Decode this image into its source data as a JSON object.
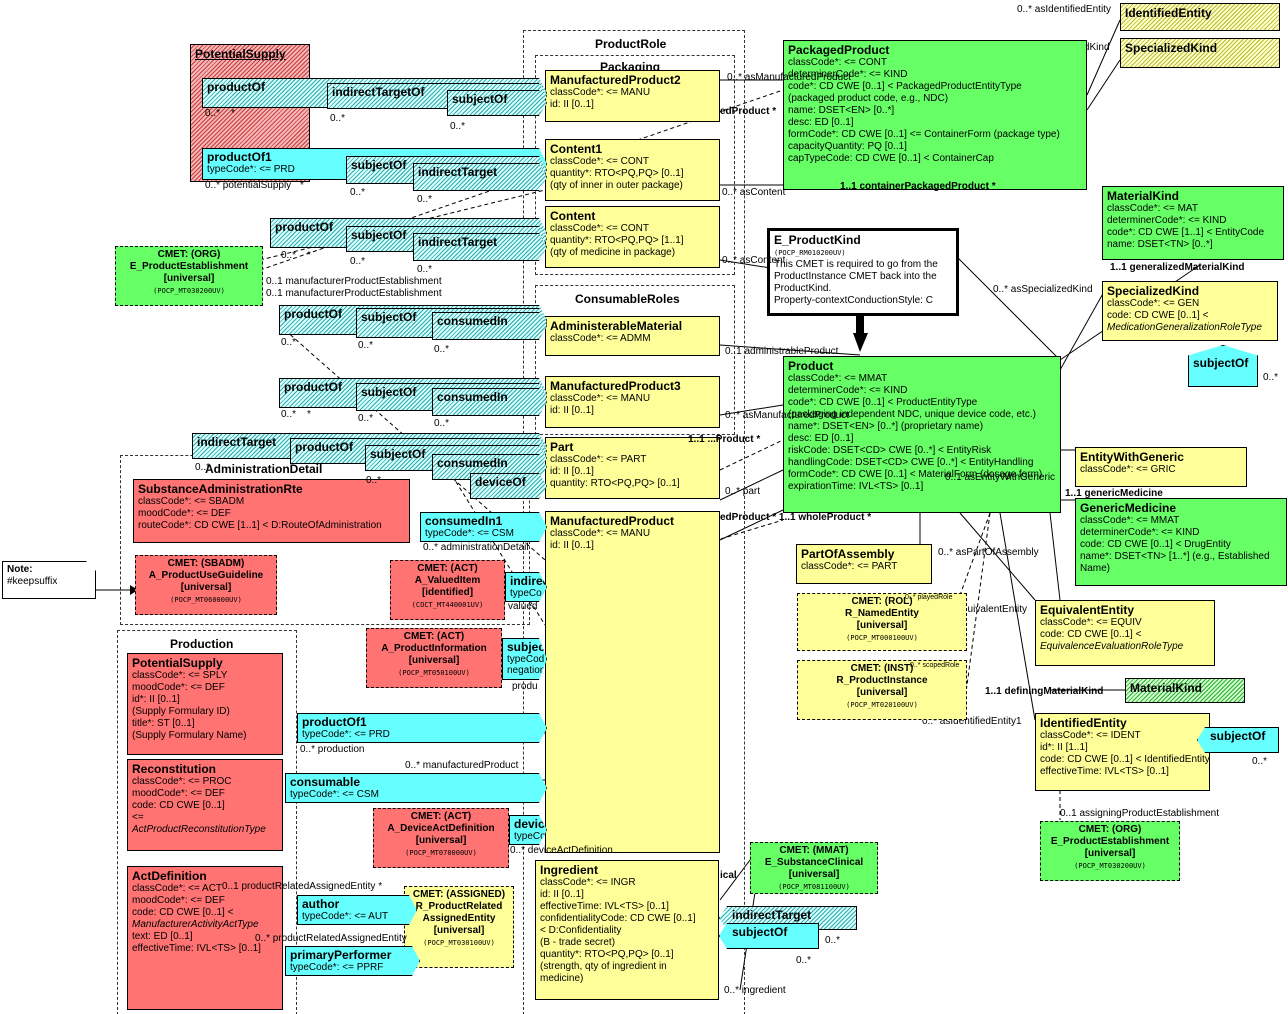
{
  "regions": {
    "product_role": "ProductRole",
    "packaging": "Packaging",
    "consumable_roles": "ConsumableRoles",
    "administration_detail": "AdministrationDetail",
    "production": "Production"
  },
  "note": {
    "title": "Note:",
    "text": "#keepsuffix"
  },
  "potential_supply_top": {
    "title": "PotentialSupply"
  },
  "identified_entity_top": {
    "title": "IdentifiedEntity",
    "label": "0..* asIdentifiedEntity"
  },
  "specialized_kind_top": {
    "title": "SpecializedKind",
    "label": "0..* asSpecializedKind"
  },
  "packaged_product": {
    "title": "PackagedProduct",
    "lines": [
      "classCode*: <= CONT",
      "determinerCode*: <= KIND",
      "code*: CD CWE [0..1] < PackagedProductEntityType",
      " (packaged product code, e.g., NDC)",
      "name: DSET<EN> [0..*]",
      "desc: ED [0..1]",
      "formCode*: CD CWE [0..1] <= ContainerForm (package type)",
      "capacityQuantity: PQ [0..1]",
      "capTypeCode: CD CWE [0..1] < ContainerCap"
    ],
    "footer": "1..1 containerPackagedProduct *"
  },
  "manufactured_product2": {
    "title": "ManufacturedProduct2",
    "lines": [
      "classCode*: <= MANU",
      "id: II [0..1]"
    ]
  },
  "content1": {
    "title": "Content1",
    "lines": [
      "classCode*: <= CONT",
      "quantity*: RTO<PQ,PQ> [0..1]",
      "(qty of inner in outer package)"
    ]
  },
  "content": {
    "title": "Content",
    "lines": [
      "classCode*: <= CONT",
      "quantity*: RTO<PQ,PQ> [1..1]",
      "(qty of medicine in package)"
    ]
  },
  "administerable_material": {
    "title": "AdministerableMaterial",
    "lines": [
      "classCode*: <= ADMM"
    ]
  },
  "manufactured_product3": {
    "title": "ManufacturedProduct3",
    "lines": [
      "classCode*: <= MANU",
      "id: II [0..1]"
    ]
  },
  "part": {
    "title": "Part",
    "lines": [
      "classCode*: <= PART",
      "id: II [0..1]",
      "quantity: RTO<PQ,PQ> [0..1]"
    ]
  },
  "manufactured_product": {
    "title": "ManufacturedProduct",
    "lines": [
      "classCode*: <= MANU",
      "id: II [0..1]"
    ]
  },
  "ingredient": {
    "title": "Ingredient",
    "lines": [
      "classCode*: <= INGR",
      "id: II [0..1]",
      "effectiveTime: IVL<TS> [0..1]",
      "confidentialityCode: CD CWE [0..1]",
      "< D:Confidentiality",
      " (B - trade secret)",
      "quantity*: RTO<PQ,PQ> [0..1]",
      " (strength, qty of ingredient in",
      " medicine)"
    ]
  },
  "e_product_kind": {
    "title": "E_ProductKind",
    "id": "(POCP_RM010200UV)",
    "lines": [
      "This CMET is required to go from the",
      "ProductInstance CMET back into the",
      "ProductKind.",
      "Property-contextConductionStyle: C"
    ]
  },
  "product": {
    "title": "Product",
    "lines": [
      "classCode*: <= MMAT",
      "determinerCode*: <= KIND",
      "code*: CD CWE [0..1] < ProductEntityType",
      " (packaging independent NDC, unique device code, etc.)",
      "name*: DSET<EN> [0..*] (proprietary name)",
      "desc: ED [0..1]",
      "riskCode: DSET<CD> CWE [0..*] < EntityRisk",
      "handlingCode: DSET<CD> CWE [0..*] < EntityHandling",
      "formCode*: CD CWE [0..1] < MaterialForm (dosage form)",
      "expirationTime: IVL<TS> [0..1]"
    ]
  },
  "material_kind": {
    "title": "MaterialKind",
    "lines": [
      "classCode*: <= MAT",
      "determinerCode*: <= KIND",
      "code*: CD CWE [1..1] < EntityCode",
      "name: DSET<TN> [0..*]"
    ],
    "footer": "1..1 generalizedMaterialKind"
  },
  "specialized_kind": {
    "title": "SpecializedKind",
    "lines": [
      "classCode*: <= GEN",
      "code: CD CWE [0..1] <",
      "MedicationGeneralizationRoleType"
    ],
    "label": "0..* asSpecializedKind"
  },
  "subject_of_right": {
    "label": "subjectOf",
    "mult": "0..*"
  },
  "entity_with_generic": {
    "title": "EntityWithGeneric",
    "lines": [
      "classCode*: <= GRIC"
    ],
    "label": "0..1 asEntityWithGeneric",
    "footer": "1..1 genericMedicine"
  },
  "generic_medicine": {
    "title": "GenericMedicine",
    "lines": [
      "classCode*: <= MMAT",
      "determinerCode*: <= KIND",
      "code: CD CWE [0..1] < DrugEntity",
      "name*: DSET<TN> [1..*] (e.g., Established",
      "Name)"
    ]
  },
  "part_of_assembly": {
    "title": "PartOfAssembly",
    "lines": [
      "classCode*: <= PART"
    ],
    "label": "0..* asPartOfAssembly"
  },
  "equivalent_entity": {
    "title": "EquivalentEntity",
    "lines": [
      "classCode*: <= EQUIV",
      "code: CD CWE [0..1] <",
      "EquivalenceEvaluationRoleType"
    ],
    "label": "quivalentEntity"
  },
  "material_kind_small": {
    "title": "MaterialKind",
    "label": "1..1 definingMaterialKind"
  },
  "identified_entity": {
    "title": "IdentifiedEntity",
    "lines": [
      "classCode*: <= IDENT",
      "id*: II [1..1]",
      "code: CD CWE [0..1] < IdentifiedEntityType",
      "effectiveTime: IVL<TS> [0..1]"
    ],
    "label": "0..* asIdentifiedEntity1",
    "footer": "0..1 assigningProductEstablishment"
  },
  "subject_of_ident": {
    "label": "subjectOf",
    "mult": "0..*"
  },
  "cmet_org_right": {
    "lines": [
      "CMET: (ORG)",
      "E_ProductEstablishment",
      "[universal]"
    ],
    "id": "(POCP_MT030200UV)"
  },
  "cmet_org_left": {
    "lines": [
      "CMET: (ORG)",
      "E_ProductEstablishment",
      "[universal]"
    ],
    "id": "(POCP_MT030200UV)",
    "label1": "0..1 manufacturerProductEstablishment",
    "label2": "0..1 manufacturerProductEstablishment"
  },
  "r_named_entity": {
    "lines": [
      "CMET: (ROL)",
      "R_NamedEntity",
      "[universal]"
    ],
    "id": "(POCP_MT000100UV)",
    "label": "0..* playedRole"
  },
  "r_product_instance": {
    "lines": [
      "CMET: (INST)",
      "R_ProductInstance",
      "[universal]"
    ],
    "id": "(POCP_MT020100UV)",
    "label": "0..* scopedRole"
  },
  "e_substance_clinical": {
    "lines": [
      "CMET: (MMAT)",
      "E_SubstanceClinical",
      "[universal]"
    ],
    "id": "(POCP_MT081100UV)"
  },
  "substance_admin_rte": {
    "title": "SubstanceAdministrationRte",
    "lines": [
      "classCode*: <= SBADM",
      "moodCode*: <= DEF",
      "routeCode*: CD CWE [1..1] < D:RouteOfAdministration"
    ]
  },
  "a_product_use_guideline": {
    "lines": [
      "CMET: (SBADM)",
      "A_ProductUseGuideline",
      "[universal]"
    ],
    "id": "(POCP_MT060000UV)"
  },
  "a_valued_item": {
    "lines": [
      "CMET: (ACT)",
      "A_ValuedItem",
      "[identified]"
    ],
    "id": "(COCT_MT440001UV)"
  },
  "a_product_information": {
    "lines": [
      "CMET: (ACT)",
      "A_ProductInformation",
      "[universal]"
    ],
    "id": "(POCP_MT050100UV)"
  },
  "a_device_act_definition": {
    "lines": [
      "CMET: (ACT)",
      "A_DeviceActDefinition",
      "[universal]"
    ],
    "id": "(POCP_MT070000UV)"
  },
  "r_product_related": {
    "lines": [
      "CMET: (ASSIGNED)",
      "R_ProductRelated",
      "AssignedEntity",
      "[universal]"
    ],
    "id": "(POCP_MT030100UV)"
  },
  "potential_supply": {
    "title": "PotentialSupply",
    "lines": [
      "classCode*: <= SPLY",
      "moodCode*: <= DEF",
      "id*: II [0..1]",
      " (Supply Formulary ID)",
      "title*: ST [0..1]",
      " (Supply Formulary Name)"
    ]
  },
  "reconstitution": {
    "title": "Reconstitution",
    "lines": [
      "classCode*: <= PROC",
      "moodCode*: <= DEF",
      "code: CD CWE [0..1]",
      " <=",
      "ActProductReconstitutionType"
    ]
  },
  "act_definition": {
    "title": "ActDefinition",
    "lines": [
      "classCode*: <= ACT",
      "moodCode*: <= DEF",
      "code: CD CWE [0..1] <",
      "ManufacturerActivityActType",
      "text: ED [0..1]",
      "effectiveTime: IVL<TS> [0..1]"
    ]
  },
  "arrows": {
    "productOf_top": "productOf",
    "indirectTargetOf": "indirectTargetOf",
    "subjectOf_a": "subjectOf",
    "productOf1_top": "productOf1",
    "productOf1_top_sub": "typeCode*: <= PRD",
    "subjectOf_b": "subjectOf",
    "indirectTarget_b": "indirectTarget",
    "productOf_c": "productOf",
    "subjectOf_c": "subjectOf",
    "indirectTarget_c": "indirectTarget",
    "productOf_d": "productOf",
    "subjectOf_d": "subjectOf",
    "consumedIn_d": "consumedIn",
    "productOf_e": "productOf",
    "subjectOf_e": "subjectOf",
    "consumedIn_e": "consumedIn",
    "indirectTarget_f": "indirectTarget",
    "productOf_f": "productOf",
    "subjectOf_f": "subjectOf",
    "consumedIn_f": "consumedIn",
    "deviceOf": "deviceOf",
    "consumedIn1": "consumedIn1",
    "consumedIn1_sub": "typeCode*: <= CSM",
    "indirect_g": "indirec",
    "indirect_g_sub": "typeCo",
    "subject_h": "subjec",
    "subject_h_sub": "typeCod",
    "subject_h_sub2": "negation",
    "productOf1_bottom": "productOf1",
    "productOf1_bottom_sub": "typeCode*: <= PRD",
    "consumable": "consumable",
    "consumable_sub": "typeCode*: <= CSM",
    "device": "devic",
    "device_sub": "typeCo",
    "author": "author",
    "author_sub": "typeCode*: <= AUT",
    "primaryPerformer": "primaryPerformer",
    "primaryPerformer_sub": "typeCode*: <= PPRF",
    "indirectTarget_ing": "indirectTarget",
    "subjectOf_ing": "subjectOf"
  },
  "labels": {
    "m_0_star_a": "0..*",
    "star_a": "*",
    "m_0_star_b": "0..*",
    "m_0_star_c": "0..*",
    "potential_supply_lbl": "0..* potentialSupply",
    "star_b": "*",
    "m_0_star_d": "0..*",
    "m_0_star_e": "0..*",
    "m_0_star_f": "0..*",
    "star_c": "*",
    "m_0_star_g": "0..*",
    "m_0_star_h": "0..*",
    "m_0_star_i": "0..*",
    "m_0_star_j": "0..*",
    "m_0_star_k": "0..*",
    "m_0_star_l": "0..*",
    "star_d": "*",
    "m_0_star_m": "0..*",
    "m_0_star_n": "0..*",
    "m_0_star_o": "0..*",
    "m_0_star_p": "0..*",
    "as_manufactured_product": "0..* asManufacturedProduct",
    "ed_product": "edProduct *",
    "as_content": "0..* asContent",
    "as_content2": "0..* asContent",
    "admin_product": "0..1 administrableProduct",
    "as_manufactured_product2": "0..* asManufacturedProduct",
    "l_product": "1..1 ...Product *",
    "zero_part": "0..* part",
    "whole_product": "edProduct * 1..1 wholeProduct *",
    "admin_detail": "0..* administrationDetail",
    "valued": "valued",
    "produ": "produ",
    "production": "0..* production",
    "manufactured_product_lbl": "0..* manufacturedProduct",
    "device_act_def": "0..* deviceActDefinition",
    "prod_rel_assigned": "0..1 productRelatedAssignedEntity *",
    "prod_rel_assigned2": "0..* productRelatedAssignedEntity",
    "ical": "ical",
    "zero_ingredient": "0..* ingredient",
    "zero_ing1": "0..*",
    "zero_ing2": "0..*"
  },
  "colors": {
    "yellow": "#ffff99",
    "green": "#66ff66",
    "red": "#ff7373",
    "cyan": "#66ffff"
  }
}
